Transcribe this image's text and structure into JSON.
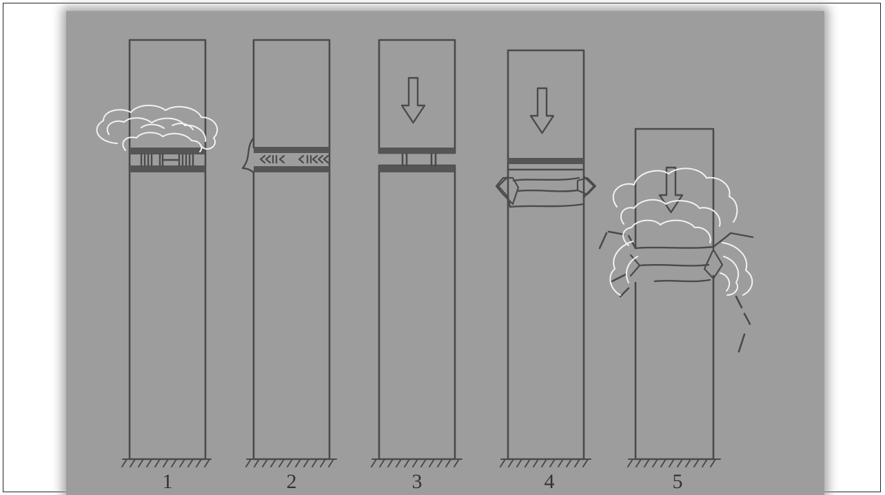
{
  "stages": [
    {
      "label": "1"
    },
    {
      "label": "2"
    },
    {
      "label": "3"
    },
    {
      "label": "4"
    },
    {
      "label": "5"
    }
  ],
  "colors": {
    "background": "#9d9d9d",
    "line": "#4a4a4a",
    "band": "#555555",
    "smoke": "#f2f2f2"
  },
  "icons": [
    "down-arrow-icon",
    "smoke-cloud-icon",
    "ground-hatch-icon"
  ]
}
